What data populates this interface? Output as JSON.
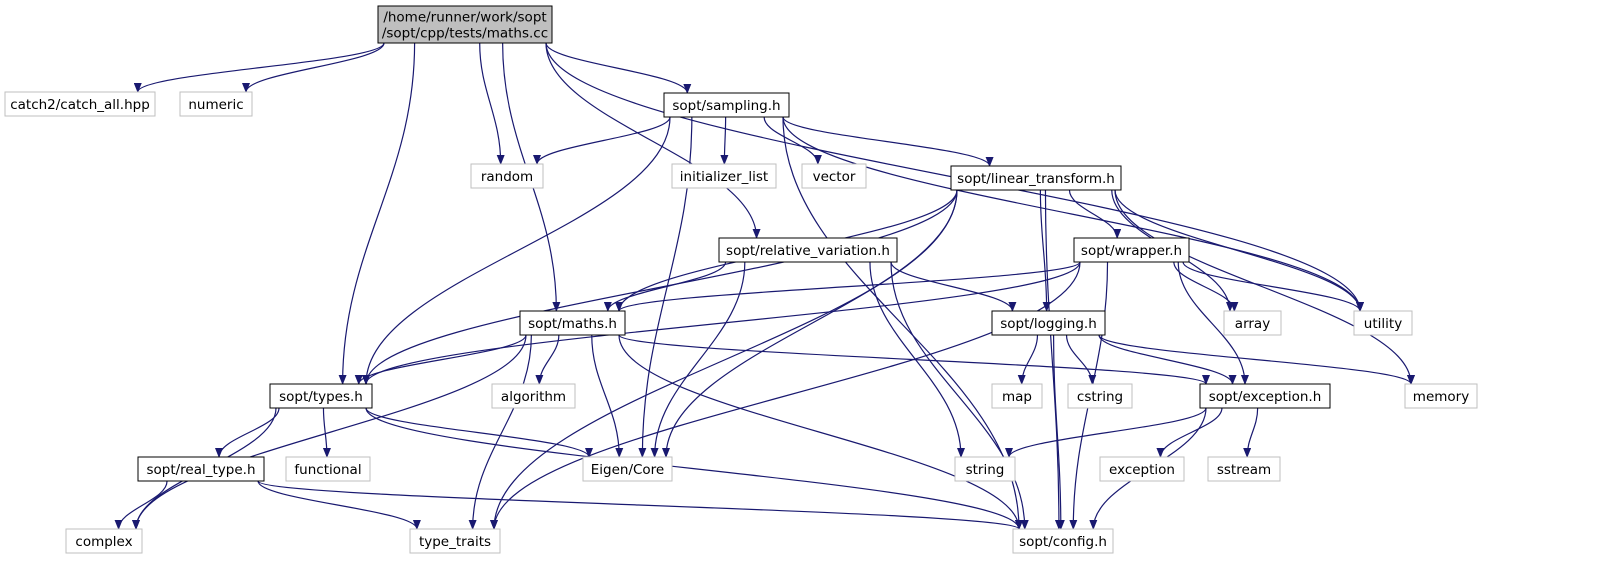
{
  "colors": {
    "edge": "#191970",
    "root_fill": "#bfbfbf",
    "internal_border": "#000000",
    "external_border": "#bfbfbf",
    "background": "#ffffff"
  },
  "nodes": [
    {
      "id": "maths_cc",
      "kind": "root",
      "lines": [
        "/home/runner/work/sopt",
        "/sopt/cpp/tests/maths.cc"
      ]
    },
    {
      "id": "catch_all",
      "kind": "external",
      "lines": [
        "catch2/catch_all.hpp"
      ]
    },
    {
      "id": "numeric",
      "kind": "external",
      "lines": [
        "numeric"
      ]
    },
    {
      "id": "sampling",
      "kind": "internal",
      "lines": [
        "sopt/sampling.h"
      ]
    },
    {
      "id": "random",
      "kind": "external",
      "lines": [
        "random"
      ]
    },
    {
      "id": "initializer_list",
      "kind": "external",
      "lines": [
        "initializer_list"
      ]
    },
    {
      "id": "vector",
      "kind": "external",
      "lines": [
        "vector"
      ]
    },
    {
      "id": "linear_transform",
      "kind": "internal",
      "lines": [
        "sopt/linear_transform.h"
      ]
    },
    {
      "id": "relative_variation",
      "kind": "internal",
      "lines": [
        "sopt/relative_variation.h"
      ]
    },
    {
      "id": "wrapper",
      "kind": "internal",
      "lines": [
        "sopt/wrapper.h"
      ]
    },
    {
      "id": "maths_h",
      "kind": "internal",
      "lines": [
        "sopt/maths.h"
      ]
    },
    {
      "id": "logging",
      "kind": "internal",
      "lines": [
        "sopt/logging.h"
      ]
    },
    {
      "id": "array",
      "kind": "external",
      "lines": [
        "array"
      ]
    },
    {
      "id": "utility",
      "kind": "external",
      "lines": [
        "utility"
      ]
    },
    {
      "id": "types",
      "kind": "internal",
      "lines": [
        "sopt/types.h"
      ]
    },
    {
      "id": "algorithm",
      "kind": "external",
      "lines": [
        "algorithm"
      ]
    },
    {
      "id": "map",
      "kind": "external",
      "lines": [
        "map"
      ]
    },
    {
      "id": "cstring",
      "kind": "external",
      "lines": [
        "cstring"
      ]
    },
    {
      "id": "exception_h",
      "kind": "internal",
      "lines": [
        "sopt/exception.h"
      ]
    },
    {
      "id": "memory",
      "kind": "external",
      "lines": [
        "memory"
      ]
    },
    {
      "id": "real_type",
      "kind": "internal",
      "lines": [
        "sopt/real_type.h"
      ]
    },
    {
      "id": "functional",
      "kind": "external",
      "lines": [
        "functional"
      ]
    },
    {
      "id": "eigen_core",
      "kind": "external",
      "lines": [
        "Eigen/Core"
      ]
    },
    {
      "id": "string",
      "kind": "external",
      "lines": [
        "string"
      ]
    },
    {
      "id": "exception",
      "kind": "external",
      "lines": [
        "exception"
      ]
    },
    {
      "id": "sstream",
      "kind": "external",
      "lines": [
        "sstream"
      ]
    },
    {
      "id": "complex",
      "kind": "external",
      "lines": [
        "complex"
      ]
    },
    {
      "id": "type_traits",
      "kind": "external",
      "lines": [
        "type_traits"
      ]
    },
    {
      "id": "config",
      "kind": "external",
      "lines": [
        "sopt/config.h"
      ]
    }
  ],
  "edges": [
    [
      "maths_cc",
      "catch_all"
    ],
    [
      "maths_cc",
      "numeric"
    ],
    [
      "maths_cc",
      "sampling"
    ],
    [
      "maths_cc",
      "random"
    ],
    [
      "maths_cc",
      "utility"
    ],
    [
      "maths_cc",
      "relative_variation"
    ],
    [
      "maths_cc",
      "maths_h"
    ],
    [
      "maths_cc",
      "types"
    ],
    [
      "sampling",
      "random"
    ],
    [
      "sampling",
      "initializer_list"
    ],
    [
      "sampling",
      "vector"
    ],
    [
      "sampling",
      "linear_transform"
    ],
    [
      "sampling",
      "types"
    ],
    [
      "sampling",
      "eigen_core"
    ],
    [
      "sampling",
      "utility"
    ],
    [
      "sampling",
      "config"
    ],
    [
      "linear_transform",
      "wrapper"
    ],
    [
      "linear_transform",
      "logging"
    ],
    [
      "linear_transform",
      "array"
    ],
    [
      "linear_transform",
      "utility"
    ],
    [
      "linear_transform",
      "memory"
    ],
    [
      "linear_transform",
      "maths_h"
    ],
    [
      "linear_transform",
      "types"
    ],
    [
      "linear_transform",
      "eigen_core"
    ],
    [
      "linear_transform",
      "type_traits"
    ],
    [
      "linear_transform",
      "config"
    ],
    [
      "relative_variation",
      "maths_h"
    ],
    [
      "relative_variation",
      "logging"
    ],
    [
      "relative_variation",
      "eigen_core"
    ],
    [
      "relative_variation",
      "string"
    ],
    [
      "relative_variation",
      "config"
    ],
    [
      "wrapper",
      "array"
    ],
    [
      "wrapper",
      "utility"
    ],
    [
      "wrapper",
      "maths_h"
    ],
    [
      "wrapper",
      "types"
    ],
    [
      "wrapper",
      "exception_h"
    ],
    [
      "wrapper",
      "type_traits"
    ],
    [
      "wrapper",
      "config"
    ],
    [
      "maths_h",
      "types"
    ],
    [
      "maths_h",
      "algorithm"
    ],
    [
      "maths_h",
      "eigen_core"
    ],
    [
      "maths_h",
      "exception_h"
    ],
    [
      "maths_h",
      "complex"
    ],
    [
      "maths_h",
      "type_traits"
    ],
    [
      "maths_h",
      "config"
    ],
    [
      "logging",
      "map"
    ],
    [
      "logging",
      "cstring"
    ],
    [
      "logging",
      "exception_h"
    ],
    [
      "logging",
      "memory"
    ],
    [
      "logging",
      "config"
    ],
    [
      "exception_h",
      "string"
    ],
    [
      "exception_h",
      "exception"
    ],
    [
      "exception_h",
      "sstream"
    ],
    [
      "exception_h",
      "config"
    ],
    [
      "types",
      "real_type"
    ],
    [
      "types",
      "functional"
    ],
    [
      "types",
      "eigen_core"
    ],
    [
      "types",
      "complex"
    ],
    [
      "types",
      "config"
    ],
    [
      "real_type",
      "complex"
    ],
    [
      "real_type",
      "type_traits"
    ],
    [
      "real_type",
      "config"
    ]
  ]
}
